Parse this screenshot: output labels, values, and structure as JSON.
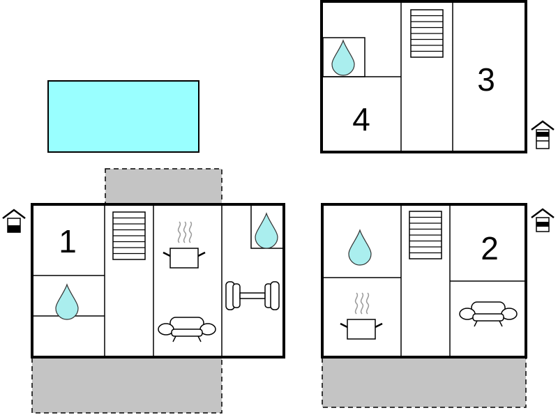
{
  "rooms": {
    "r1": "1",
    "r2": "2",
    "r3": "3",
    "r4": "4"
  },
  "icons": {
    "water": "water-drop-icon",
    "stairs": "stairs-icon",
    "cooking": "cooking-pot-icon",
    "sofa": "sofa-icon",
    "fitness": "dumbbell-icon",
    "floor": "floor-level-icon"
  },
  "colors": {
    "pool": "#99ffff",
    "water": "#aaeeee",
    "terrace": "#c4c4c4",
    "wall": "#000000"
  }
}
